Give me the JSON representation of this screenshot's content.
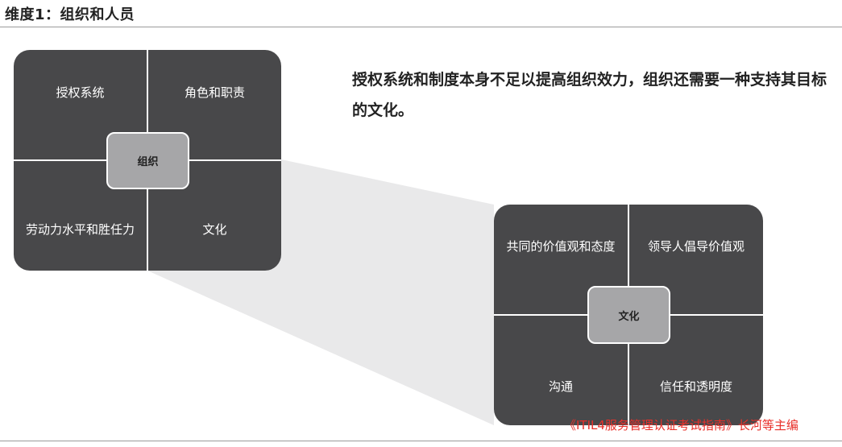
{
  "header": {
    "title": "维度1：组织和人员"
  },
  "organization_grid": {
    "center": "组织",
    "top_left": "授权系统",
    "top_right": "角色和职责",
    "bottom_left": "劳动力水平和胜任力",
    "bottom_right": "文化"
  },
  "statement": "授权系统和制度本身不足以提高组织效力，组织还需要一种支持其目标的文化。",
  "culture_grid": {
    "center": "文化",
    "top_left": "共同的价值观和态度",
    "top_right": "领导人倡导价值观",
    "bottom_left": "沟通",
    "bottom_right": "信任和透明度"
  },
  "source": "《ITIL4服务管理认证考试指南》长河等主编",
  "colors": {
    "panel": "#48484a",
    "center_box": "#a6a6a8",
    "funnel": "#e9e9ea",
    "source_text": "#e8302a"
  }
}
